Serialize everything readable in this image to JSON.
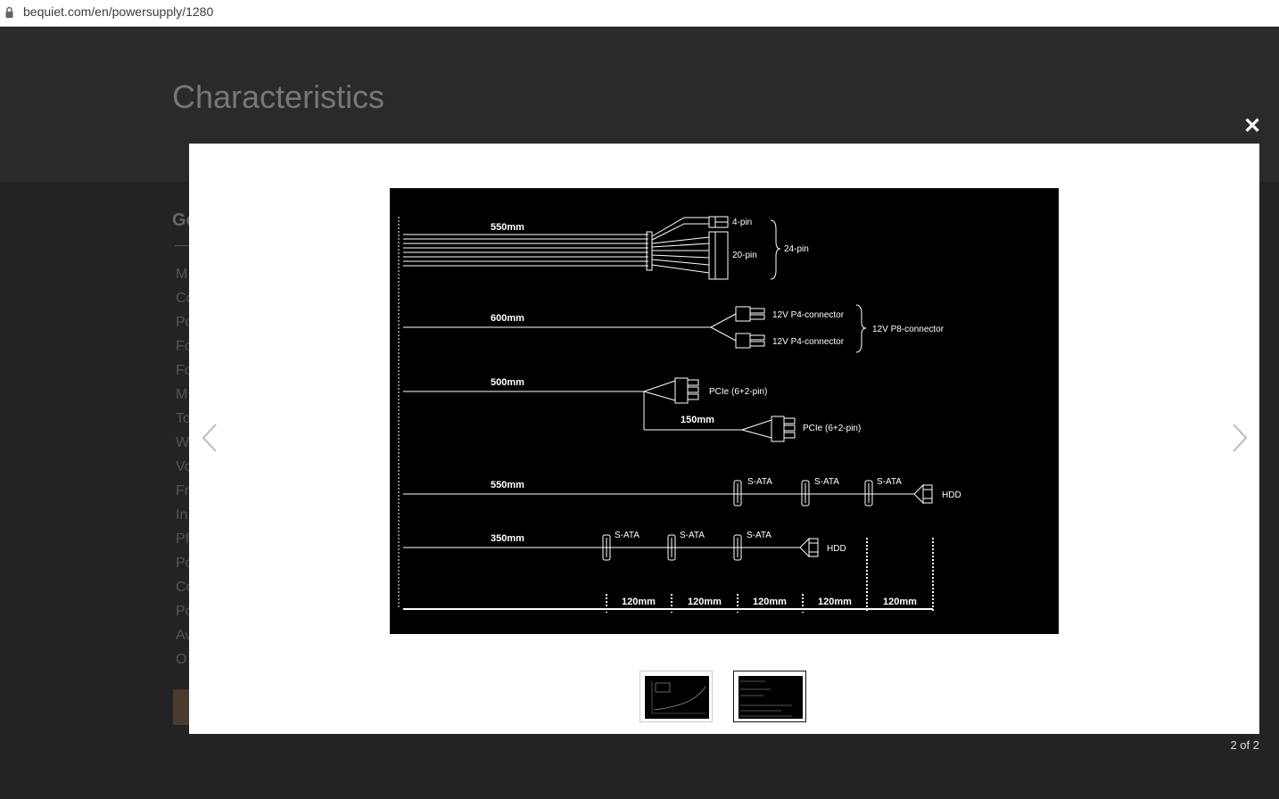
{
  "browser": {
    "url": "bequiet.com/en/powersupply/1280"
  },
  "background_page": {
    "title": "Characteristics",
    "section_initial": "Ge",
    "sidebar_initials": [
      "M",
      "Co",
      "Po",
      "Fo",
      "Fo",
      "M",
      "To",
      "W",
      "Vo",
      "Fr",
      "In",
      "Pf",
      "Po",
      "Co",
      "Po",
      "Av",
      "O"
    ]
  },
  "lightbox": {
    "counter": "2 of 2",
    "thumbnails": [
      {
        "label": "efficiency-chart-thumbnail",
        "active": false
      },
      {
        "label": "cable-diagram-thumbnail",
        "active": true
      }
    ]
  },
  "diagram": {
    "cables": [
      {
        "length": "550mm",
        "connectors": [
          "4-pin",
          "20-pin"
        ],
        "group_label": "24-pin"
      },
      {
        "length": "600mm",
        "connectors": [
          "12V P4-connector",
          "12V P4-connector"
        ],
        "group_label": "12V P8-connector"
      },
      {
        "length": "500mm",
        "connectors": [
          "PCIe (6+2-pin)",
          "PCIe (6+2-pin)"
        ],
        "branch_length": "150mm"
      },
      {
        "length": "550mm",
        "connectors": [
          "S-ATA",
          "S-ATA",
          "S-ATA",
          "HDD"
        ]
      },
      {
        "length": "350mm",
        "connectors": [
          "S-ATA",
          "S-ATA",
          "S-ATA",
          "HDD"
        ]
      }
    ],
    "spacings": [
      "120mm",
      "120mm",
      "120mm",
      "120mm",
      "120mm"
    ]
  }
}
